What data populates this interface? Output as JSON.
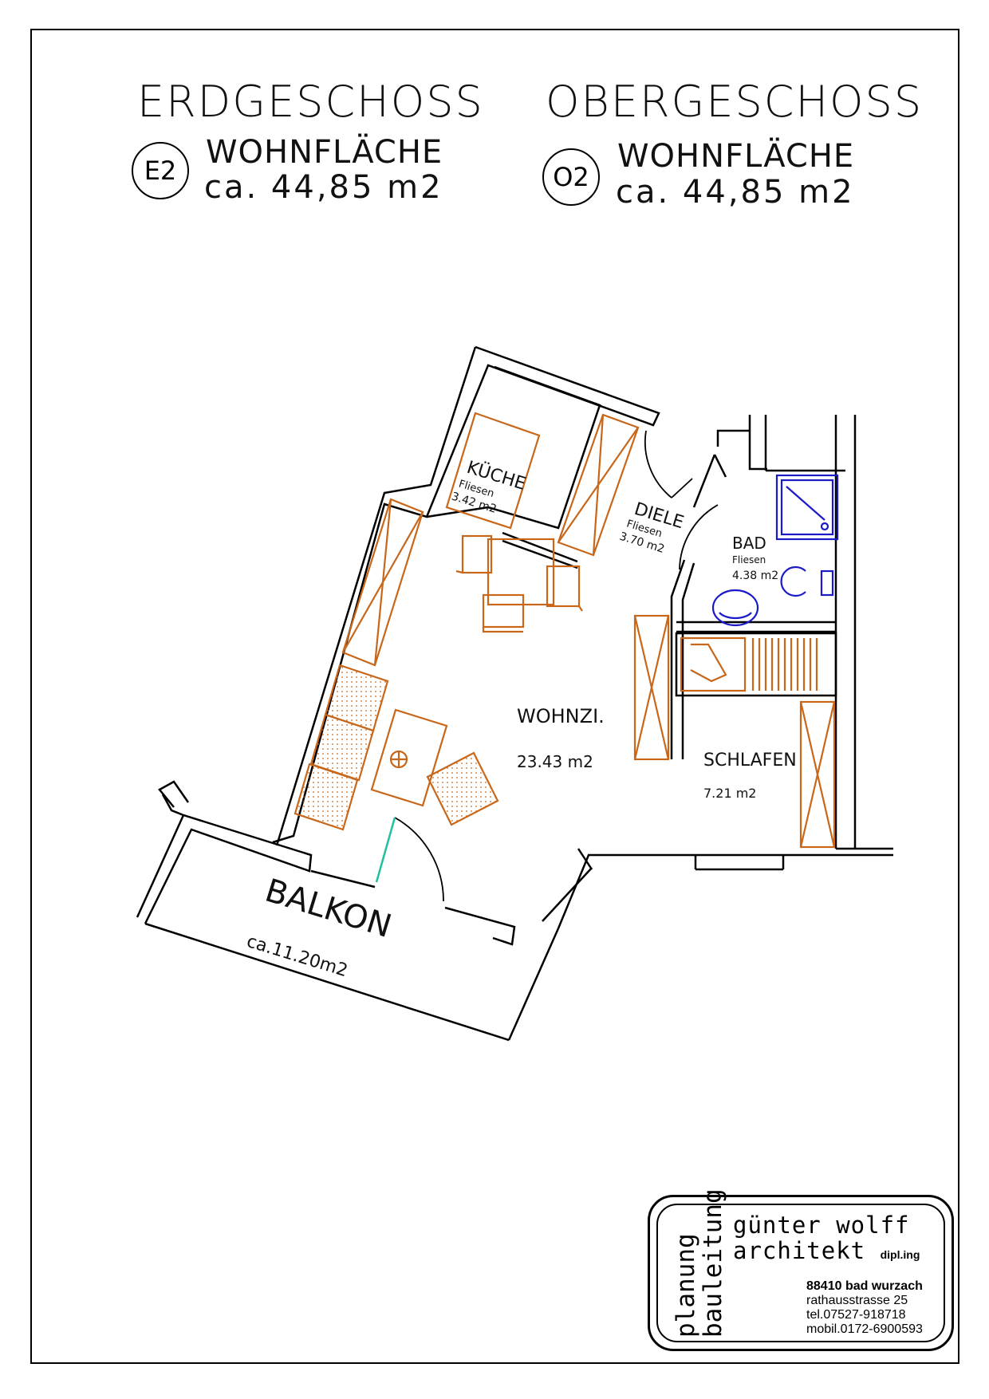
{
  "header": {
    "left": {
      "title": "ERDGESCHOSS",
      "code": "E2",
      "label": "WOHNFLÄCHE",
      "area": "ca.  44,85  m2"
    },
    "right": {
      "title": "OBERGESCHOSS",
      "code": "O2",
      "label": "WOHNFLÄCHE",
      "area": "ca.  44,85  m2"
    }
  },
  "rooms": {
    "kueche": {
      "name": "KÜCHE",
      "material": "Fliesen",
      "area": "3.42 m2"
    },
    "diele": {
      "name": "DIELE",
      "material": "Fliesen",
      "area": "3.70 m2"
    },
    "bad": {
      "name": "BAD",
      "material": "Fliesen",
      "area": "4.38 m2"
    },
    "wohnzi": {
      "name": "WOHNZI.",
      "area": "23.43 m2"
    },
    "schlafen": {
      "name": "SCHLAFEN",
      "area": "7.21 m2"
    },
    "balkon": {
      "name": "BALKON",
      "area": "ca.11.20m2"
    }
  },
  "colors": {
    "walls": "#000000",
    "furniture": "#c8671a",
    "sanitary": "#1a1ac8",
    "door_accent": "#22c0a0"
  },
  "stamp": {
    "vertical_1": "planung",
    "vertical_2": "bauleitung",
    "name_line1": "günter wolff",
    "name_line2": "architekt",
    "name_suffix": "dipl.ing",
    "addr_city_zip": "88410",
    "addr_city": "bad wurzach",
    "addr_street": "rathausstrasse 25",
    "addr_tel": "tel.07527-918718",
    "addr_mobil": "mobil.0172-6900593"
  }
}
